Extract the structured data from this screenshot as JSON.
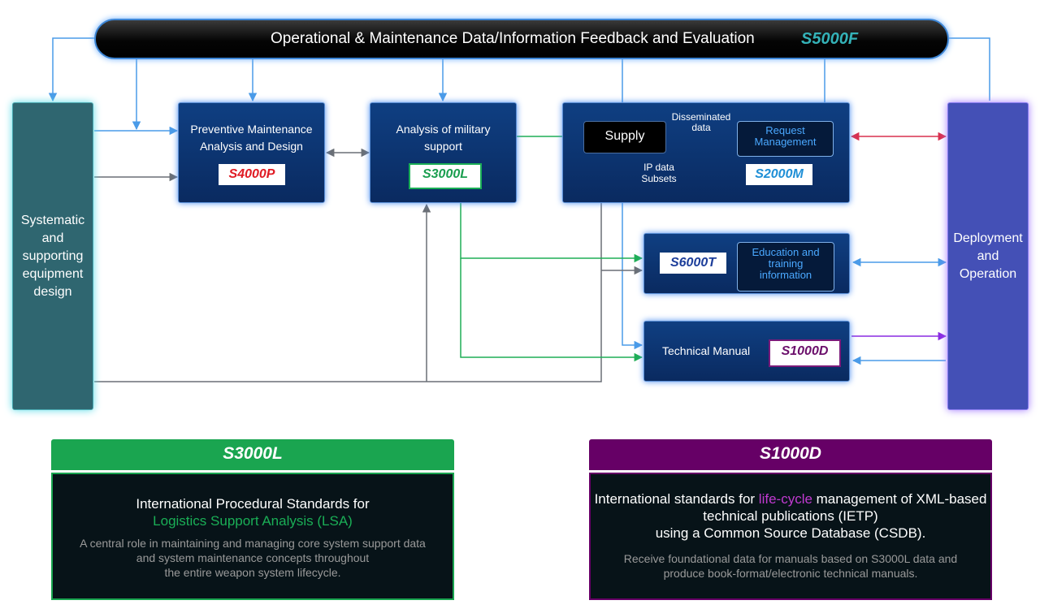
{
  "header": {
    "title": "Operational & Maintenance Data/Information Feedback and Evaluation",
    "code": "S5000F"
  },
  "left_column": {
    "label": "Systematic\nand\nsupporting\nequipment\ndesign"
  },
  "right_column": {
    "label": "Deployment\nand\nOperation"
  },
  "s4000p": {
    "title": "Preventive Maintenance\nAnalysis and Design",
    "code": "S4000P"
  },
  "s3000l": {
    "title": "Analysis of military\nsupport",
    "code": "S3000L"
  },
  "s2000m": {
    "supply": "Supply",
    "disseminated": "Disseminated\ndata",
    "request": "Request\nManagement",
    "ip_data": "IP data\nSubsets",
    "code": "S2000M"
  },
  "s6000t": {
    "code": "S6000T",
    "education": "Education and\ntraining\ninformation"
  },
  "s1000d": {
    "title": "Technical Manual",
    "code": "S1000D"
  },
  "card_s3000l": {
    "head": "S3000L",
    "line1": "International Procedural Standards for",
    "line2": "Logistics Support Analysis (LSA)",
    "desc1": "A central role in maintaining and managing core system support data",
    "desc2": "and system maintenance concepts throughout",
    "desc3": "the entire weapon system lifecycle."
  },
  "card_s1000d": {
    "head": "S1000D",
    "line1_a": "International standards for ",
    "line1_b": "life-cycle",
    "line1_c": " management of XML-based",
    "line2": "technical publications (IETP)",
    "line3": "using a Common Source Database (CSDB).",
    "desc1": "Receive foundational data for manuals based on S3000L data and",
    "desc2": "produce book-format/electronic technical manuals."
  },
  "colors": {
    "blue_line": "#4a9be8",
    "gray_line": "#6a6f76",
    "green_line": "#1fae56",
    "red_line": "#d9304e",
    "purple_line": "#8a2be2",
    "s4000p_code": "#e01b24",
    "s3000l_code": "#1a9e4f",
    "s2000m_code": "#1f8fd6",
    "s6000t_code": "#1d3e9a",
    "s1000d_code": "#6b0f6b",
    "card_green": "#1aa550",
    "card_purple": "#660066",
    "highlight_purple": "#c03ad0"
  }
}
